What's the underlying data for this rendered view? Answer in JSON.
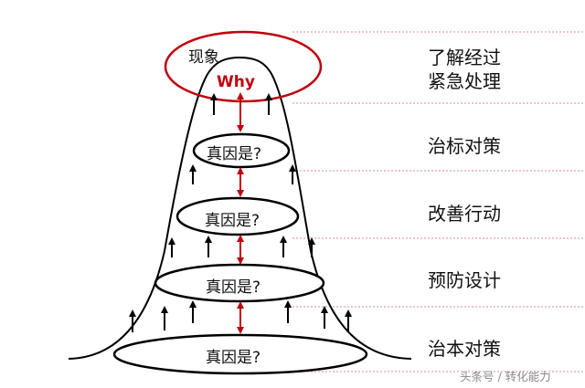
{
  "diagram": {
    "top_label": "现象",
    "why_label": "Why",
    "cause_labels": [
      "真因是?",
      "真因是?",
      "真因是?",
      "真因是?"
    ],
    "stage_labels": [
      [
        "了解经过",
        "紧急处理"
      ],
      [
        "治标对策"
      ],
      [
        "改善行动"
      ],
      [
        "预防设计"
      ],
      [
        "治本对策"
      ]
    ],
    "colors": {
      "accent_red": "#c0000f",
      "divider_pink": "#e58a94",
      "outline": "#000000"
    }
  },
  "watermark": "头条号 / 转化能力"
}
